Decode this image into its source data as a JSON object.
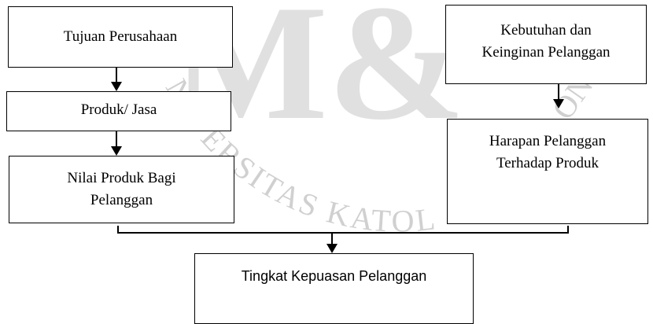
{
  "watermark": {
    "logo_letters": "M&",
    "arc_text_left": "NIVERSITAS KATOLIK",
    "arc_text_right": "ON",
    "color": "#c8c8c8"
  },
  "boxes": {
    "tujuan": {
      "line1": "Tujuan Perusahaan"
    },
    "produk": {
      "line1": "Produk/ Jasa"
    },
    "nilai": {
      "line1": "Nilai Produk Bagi",
      "line2": "Pelanggan"
    },
    "kebutuhan": {
      "line1": "Kebutuhan dan",
      "line2": "Keinginan Pelanggan"
    },
    "harapan": {
      "line1": "Harapan Pelanggan",
      "line2": "Terhadap Produk"
    },
    "kepuasan": {
      "line1": "Tingkat Kepuasan Pelanggan"
    }
  },
  "colors": {
    "line": "#000000",
    "background": "#ffffff"
  }
}
